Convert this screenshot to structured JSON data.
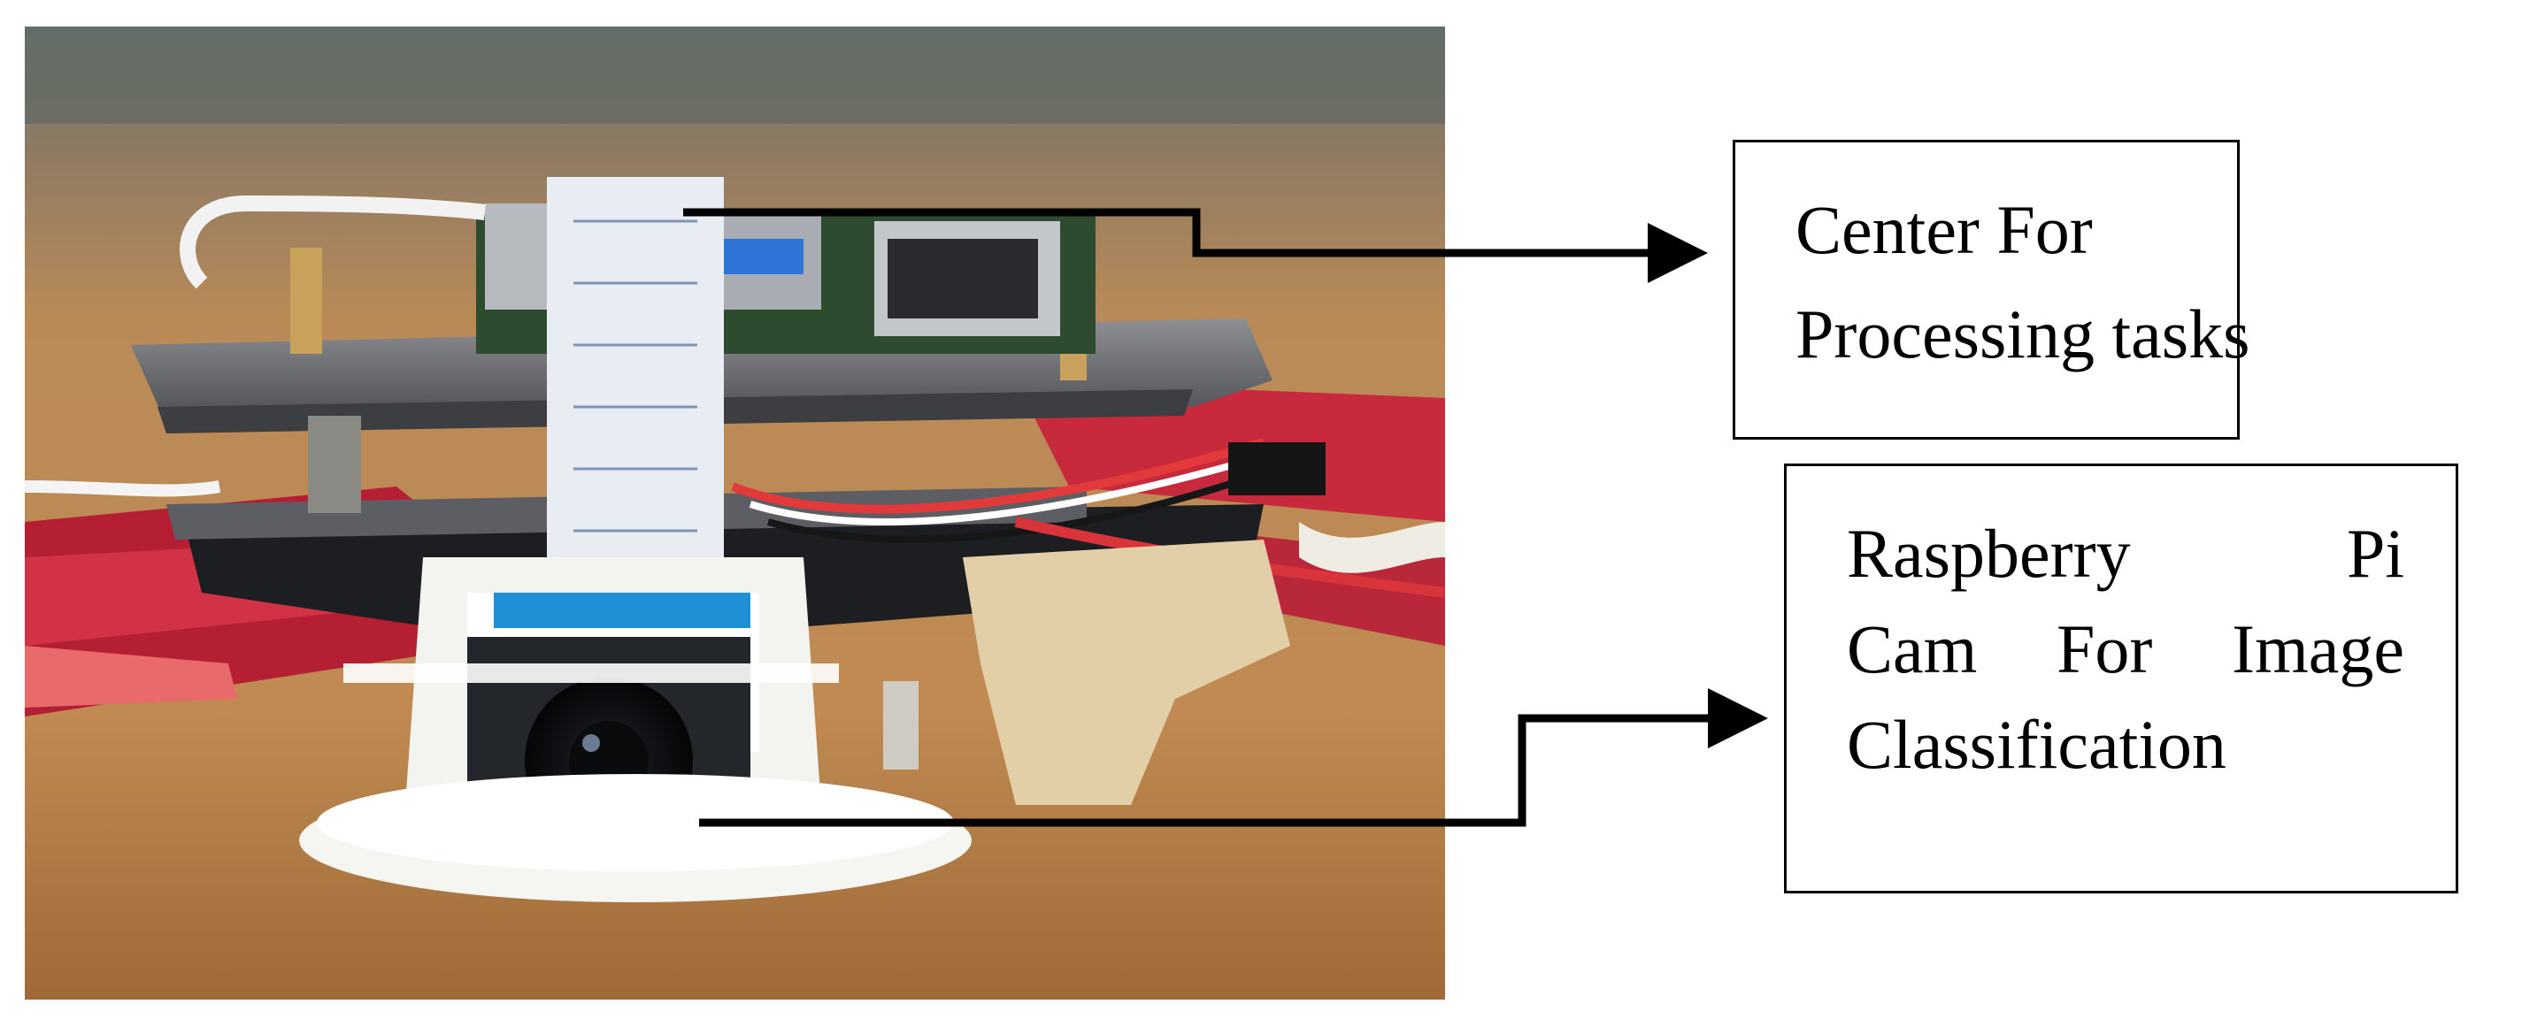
{
  "figure": {
    "photo": {
      "subject": "drone-with-raspberry-pi-and-camera"
    },
    "callouts": [
      {
        "id": "processing",
        "lines": [
          "Center For",
          "Processing tasks"
        ]
      },
      {
        "id": "camera",
        "lines": [
          "Raspberry Pi",
          "Cam For Image",
          "Classification"
        ]
      }
    ],
    "colors": {
      "frame_red": "#c4243a",
      "ribbon_cable": "#e8edf4",
      "mount_white": "#f3f3f0",
      "table_wood": "#b07a45",
      "arrow": "#000000"
    }
  }
}
